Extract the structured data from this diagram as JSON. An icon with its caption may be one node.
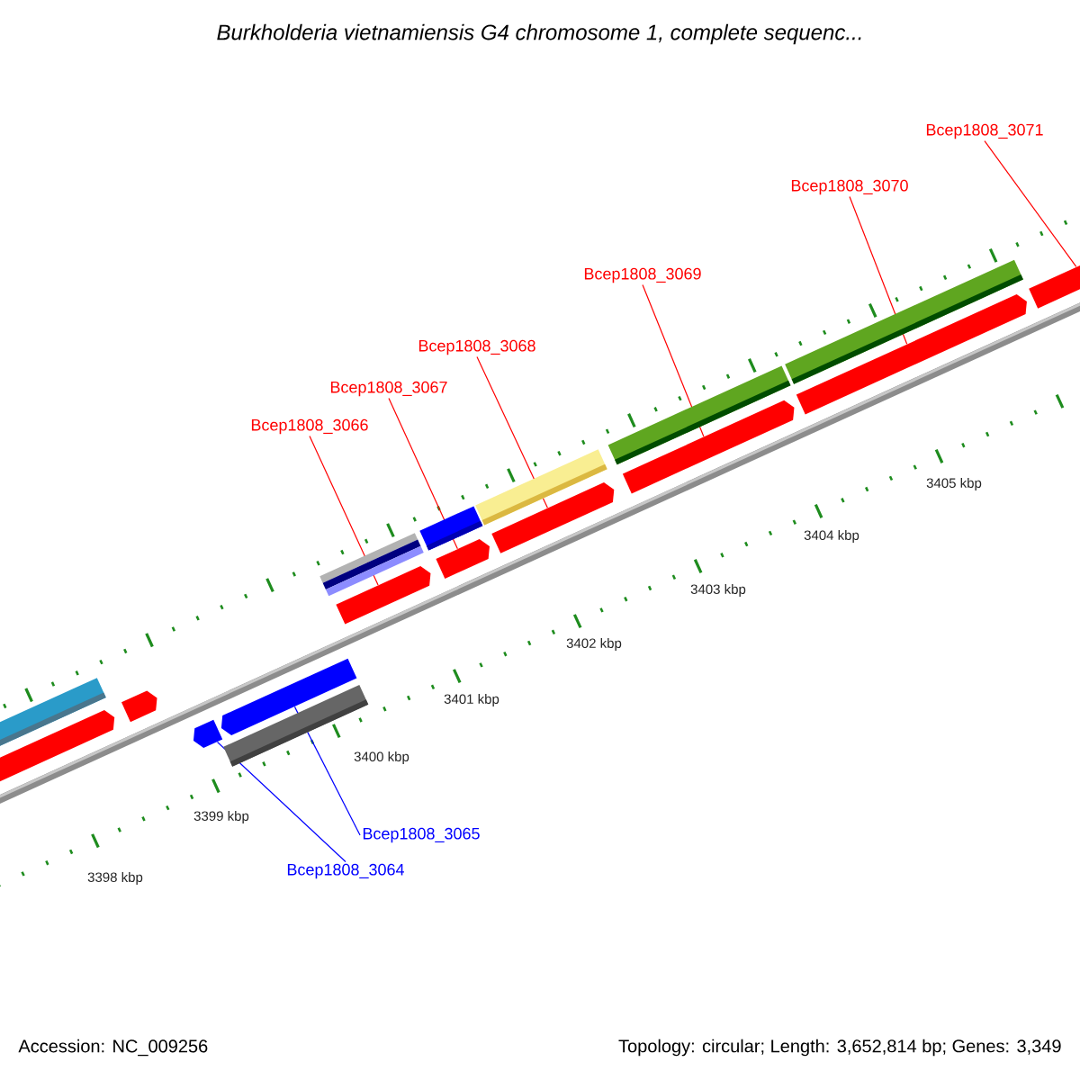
{
  "diagram": {
    "title": "*Burkholderia vietnamiensis* G4 chromosome 1, complete sequenc...",
    "nodes": [
      {
        "text": [
          "Bcep1808_3071"
        ]
      },
      {
        "text": [
          "Bcep1808_3070"
        ]
      },
      {
        "text": [
          "Bcep1808_3069"
        ]
      },
      {
        "text": [
          "Bcep1808_3068"
        ]
      },
      {
        "text": [
          "Bcep1808_3067"
        ]
      },
      {
        "text": [
          "Bcep1808_3066"
        ]
      },
      {
        "text": [
          "Bcep1808_3065"
        ]
      },
      {
        "text": [
          "Bcep1808_3064"
        ]
      },
      {
        "text": [],
        "shape": "arrow"
      },
      {
        "text": [],
        "shape": "arrow"
      },
      {
        "text": [],
        "shape": "arrow"
      },
      {
        "text": [],
        "shape": "arrow"
      },
      {
        "text": [],
        "shape": "arrow"
      },
      {
        "text": [],
        "shape": "arrow"
      },
      {
        "text": [],
        "shape": "arrow"
      },
      {
        "text": [],
        "shape": "arrow"
      },
      {
        "text": [],
        "shape": "arrow"
      },
      {
        "text": [],
        "shape": "arrow"
      }
    ],
    "edges": [
      {
        "from": 0,
        "to": 17,
        "arrow": "none"
      },
      {
        "from": 1,
        "to": 16,
        "arrow": "none"
      },
      {
        "from": 2,
        "to": 15,
        "arrow": "none"
      },
      {
        "from": 3,
        "to": 14,
        "arrow": "none"
      },
      {
        "from": 4,
        "to": 13,
        "arrow": "none"
      },
      {
        "from": 5,
        "to": 12,
        "arrow": "none"
      },
      {
        "from": 6,
        "to": 11,
        "arrow": "none",
        "color": "#0000ff"
      },
      {
        "from": 7,
        "to": 10,
        "arrow": "none",
        "color": "#0000ff"
      }
    ],
    "labels": [
      "3405 kbp",
      "3404 kbp",
      "3403 kbp",
      "3402 kbp",
      "3401 kbp",
      "3400 kbp",
      "3399 kbp",
      "3398 kbp",
      "Accession: NC_009256",
      "Topology: circular; Length: 3,652,814 bp; Genes: 3,349"
    ]
  }
}
